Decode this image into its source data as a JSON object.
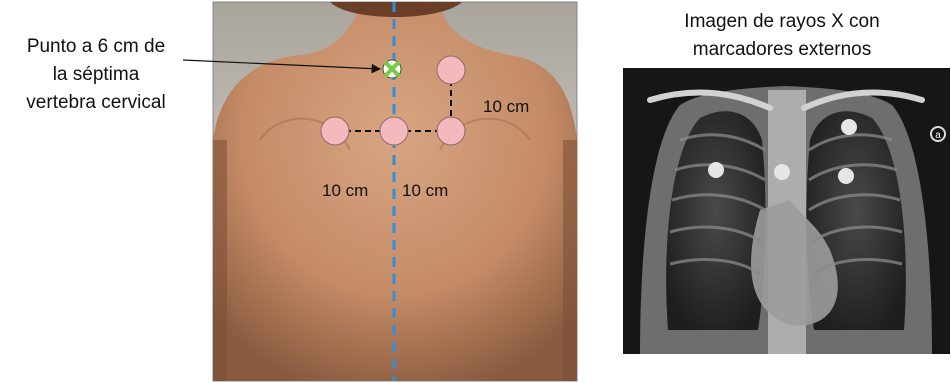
{
  "left_annotation": {
    "lines": [
      "Punto a 6 cm de",
      "la séptima",
      "vertebra cervical"
    ]
  },
  "right_title": {
    "lines": [
      "Imagen de rayos X con",
      "marcadores externos"
    ]
  },
  "measurements": {
    "vertical_label": "10 cm",
    "horizontal_left_label": "10 cm",
    "horizontal_right_label": "10 cm"
  },
  "xray_marker_symbol": "a",
  "colors": {
    "spine_line": "#2f8fd8",
    "marker_fill": "#f4b9bd",
    "marker_stroke": "#8c6a6a",
    "cross_marker": "#7ac943",
    "skin": "#c58d69",
    "xray_bg": "#161616"
  },
  "icons": {
    "cross_marker": "x-mark-icon",
    "arrow": "arrow-pointer"
  }
}
